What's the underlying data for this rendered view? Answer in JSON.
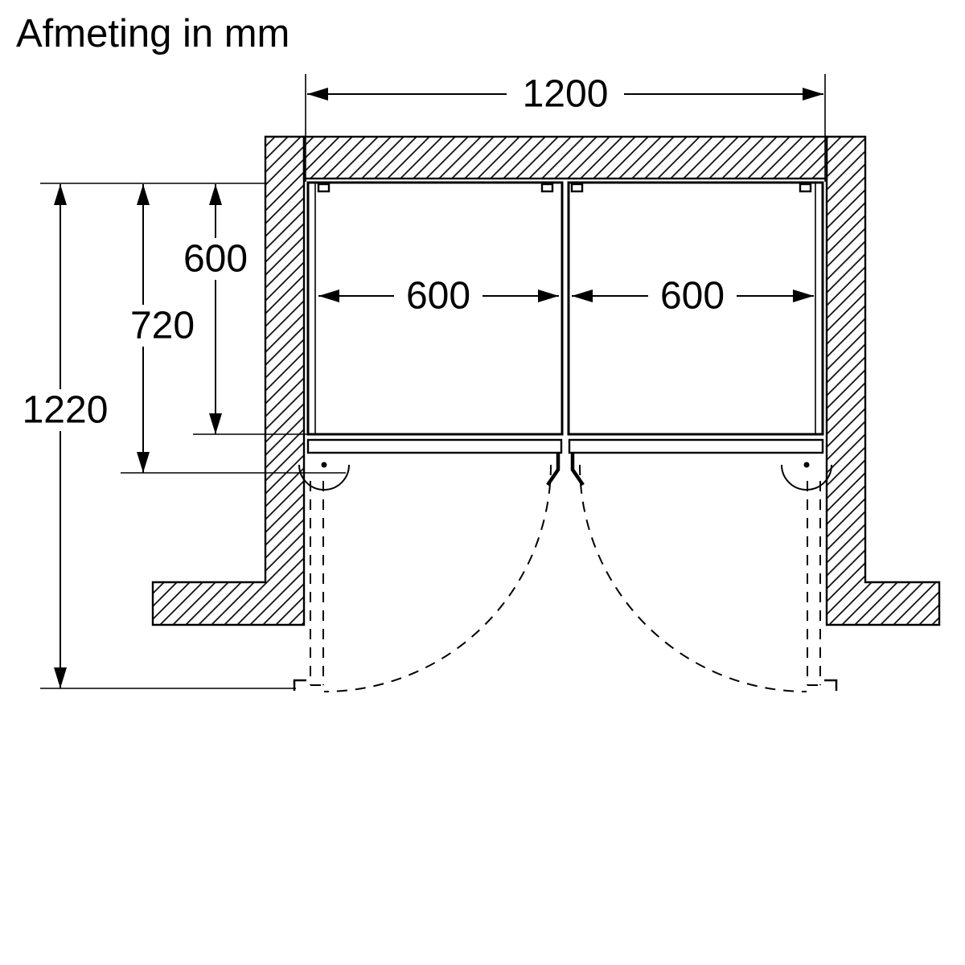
{
  "title": "Afmeting in mm",
  "dimensions": {
    "niche_width": "1200",
    "left_door_width": "600",
    "right_door_width": "600",
    "appliance_depth": "600",
    "depth_incl_doors": "720",
    "depth_doors_open": "1220"
  }
}
